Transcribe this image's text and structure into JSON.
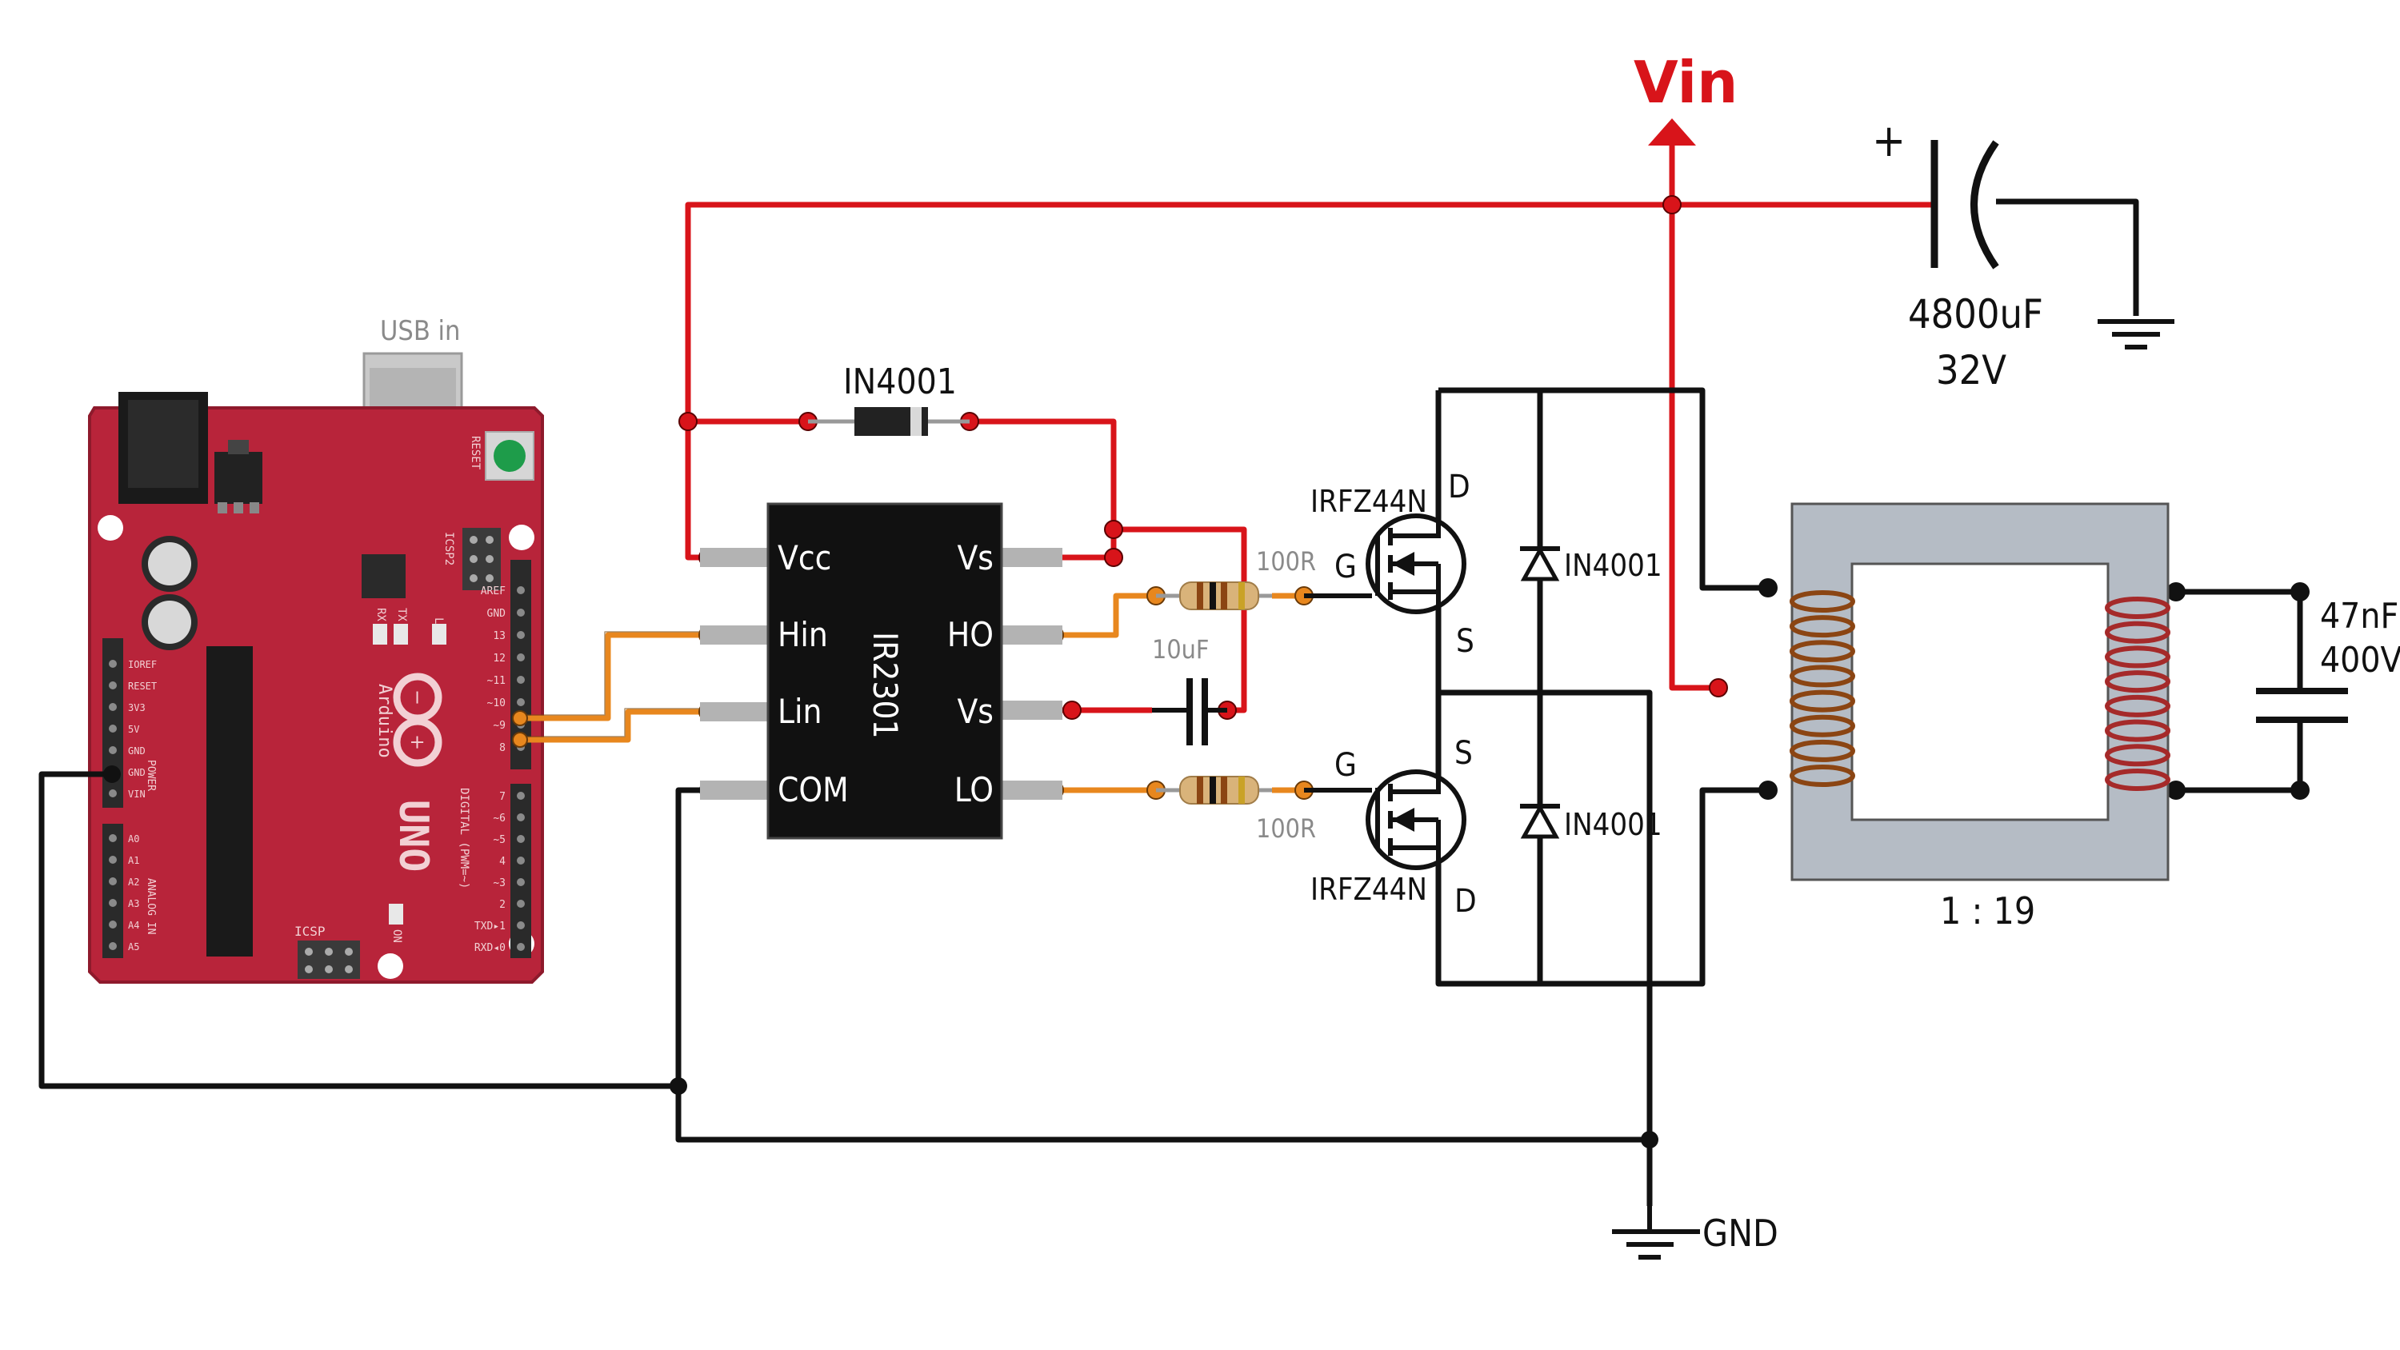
{
  "labels": {
    "vin": "Vin",
    "gnd": "GND",
    "usb_in": "USB in",
    "diode_top": "IN4001",
    "diode_hi": "IN4001",
    "diode_lo": "IN4001",
    "res_top": "100R",
    "res_bottom": "100R",
    "cap_small": "10uF",
    "cap_big_value": "4800uF",
    "cap_big_voltage": "32V",
    "cap_big_plus": "+",
    "cap_out_value": "47nF",
    "cap_out_voltage": "400V",
    "mosfet_top": "IRFZ44N",
    "mosfet_bottom": "IRFZ44N",
    "transformer_ratio": "1 : 19",
    "mos_top_d": "D",
    "mos_top_g": "G",
    "mos_top_s": "S",
    "mos_bot_d": "D",
    "mos_bot_g": "G",
    "mos_bot_s": "S"
  },
  "ic": {
    "name": "IR2301",
    "pins_left": [
      "Vcc",
      "Hin",
      "Lin",
      "COM"
    ],
    "pins_right": [
      "Vs",
      "HO",
      "Vs",
      "LO"
    ]
  },
  "arduino": {
    "brand": "Arduino",
    "model": "UNO",
    "reset": "RESET",
    "icsp2": "ICSP2",
    "icsp": "ICSP",
    "tx": "TX",
    "rx": "RX",
    "l": "L",
    "on": "ON",
    "digital": "DIGITAL (PWM=~)",
    "power": "POWER",
    "analog": "ANALOG IN",
    "power_pins": [
      "IOREF",
      "RESET",
      "3V3",
      "5V",
      "GND",
      "GND",
      "VIN"
    ],
    "analog_pins": [
      "A0",
      "A1",
      "A2",
      "A3",
      "A4",
      "A5"
    ],
    "digital_top_pins": [
      "AREF",
      "GND",
      "13",
      "12",
      "~11",
      "~10",
      "~9",
      "8"
    ],
    "digital_bottom_pins": [
      "7",
      "~6",
      "~5",
      "4",
      "~3",
      "2",
      "TXD▸1",
      "RXD◂0"
    ]
  },
  "colors": {
    "vin_wire": "#d8141a",
    "signal_wire": "#e8871e",
    "ground_wire": "#111111",
    "arduino_board": "#b8243a",
    "ic_body": "#111111",
    "transformer_core": "#b5bcc5",
    "primary_winding": "#8b4513",
    "secondary_winding": "#a52a2a"
  }
}
